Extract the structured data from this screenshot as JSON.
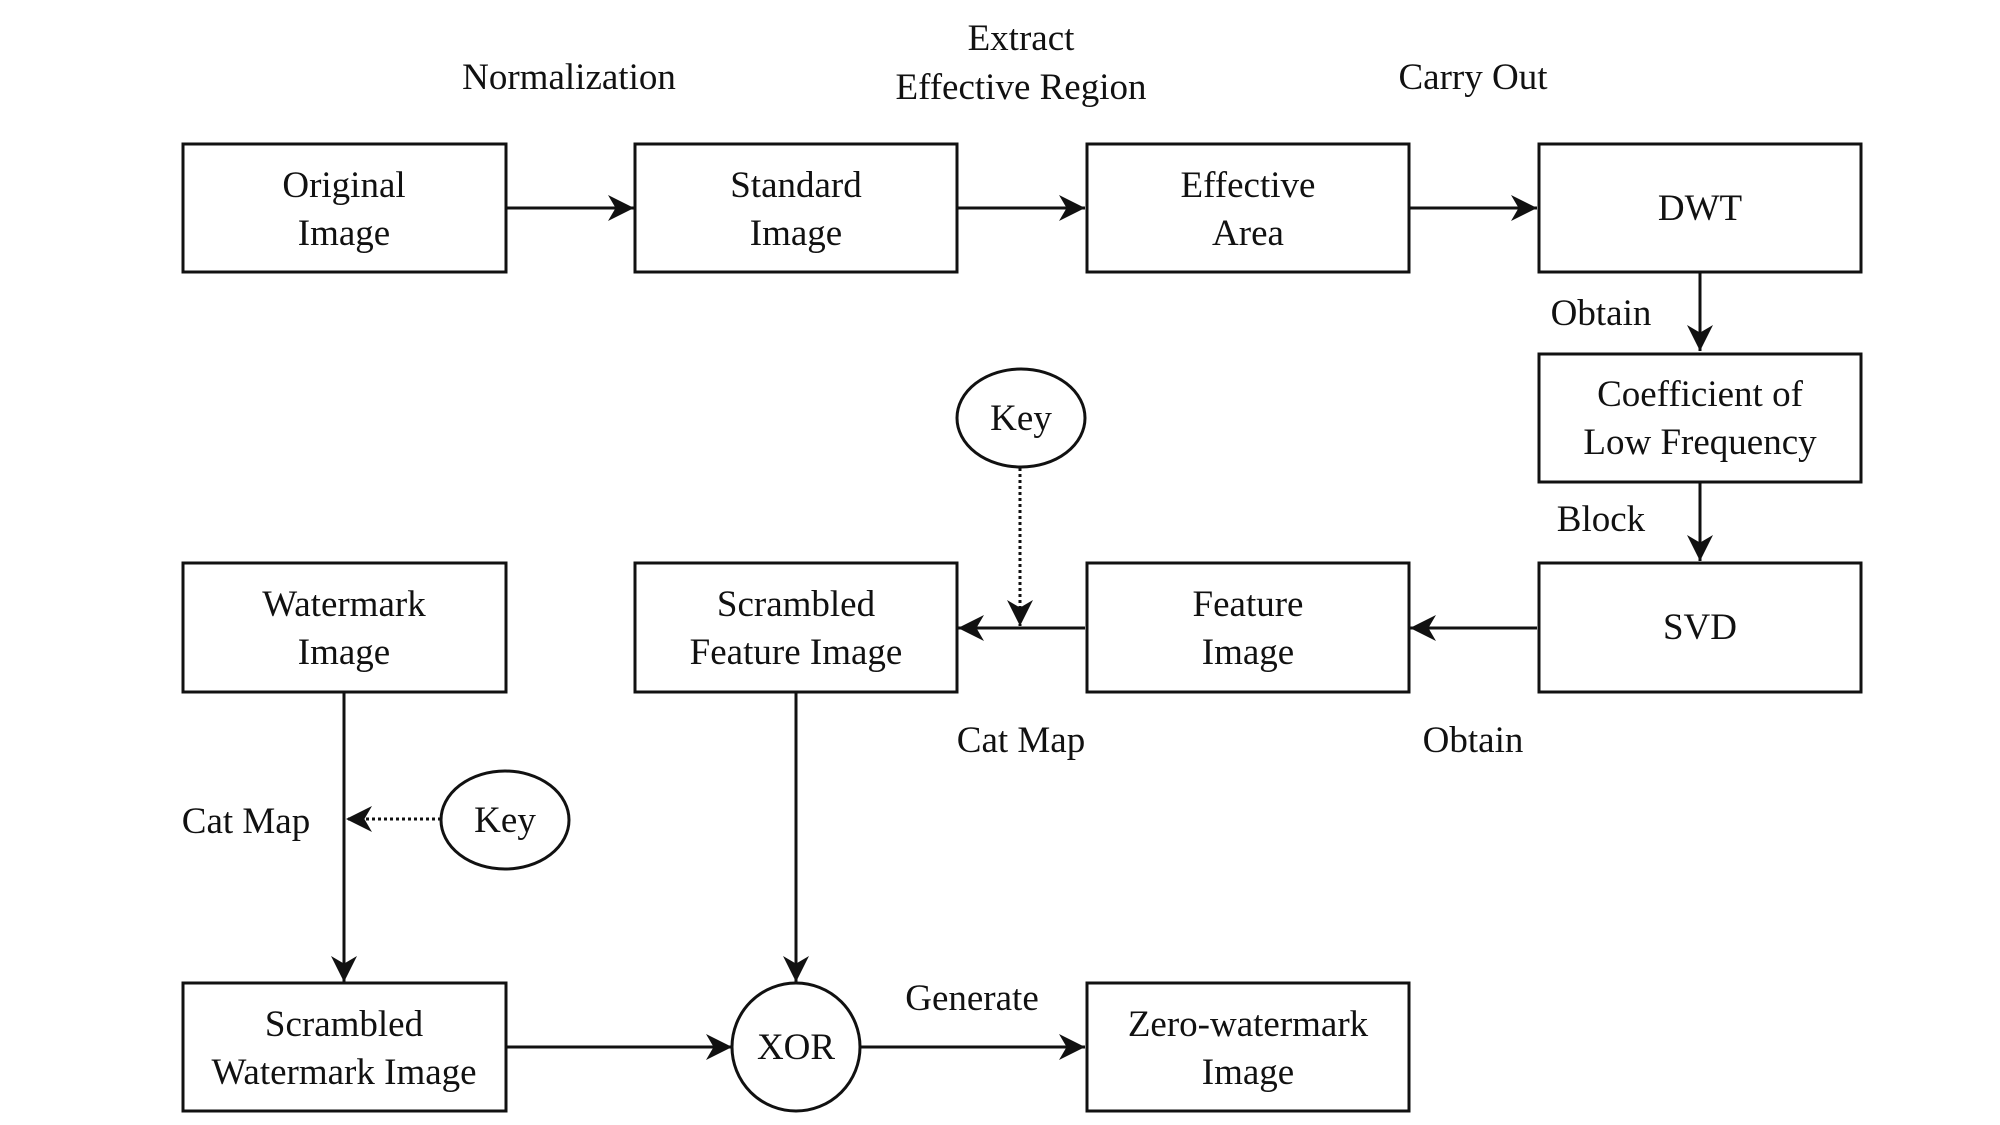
{
  "nodes": {
    "original_image": [
      "Original",
      "Image"
    ],
    "standard_image": [
      "Standard",
      "Image"
    ],
    "effective_area": [
      "Effective",
      "Area"
    ],
    "dwt": [
      "DWT"
    ],
    "coefficient_low_frequency": [
      "Coefficient of",
      "Low Frequency"
    ],
    "svd": [
      "SVD"
    ],
    "feature_image": [
      "Feature",
      "Image"
    ],
    "scrambled_feature_image": [
      "Scrambled",
      "Feature Image"
    ],
    "key_top": [
      "Key"
    ],
    "watermark_image": [
      "Watermark",
      "Image"
    ],
    "key_bottom": [
      "Key"
    ],
    "scrambled_watermark_image": [
      "Scrambled",
      "Watermark Image"
    ],
    "xor": [
      "XOR"
    ],
    "zero_watermark_image": [
      "Zero-watermark",
      "Image"
    ]
  },
  "edge_labels": {
    "normalization": [
      "Normalization"
    ],
    "extract_effective_region": [
      "Extract",
      "Effective Region"
    ],
    "carry_out": [
      "Carry Out"
    ],
    "obtain_dwt": [
      "Obtain"
    ],
    "block": [
      "Block"
    ],
    "obtain_svd": [
      "Obtain"
    ],
    "cat_map_feature": [
      "Cat Map"
    ],
    "cat_map_watermark": [
      "Cat Map"
    ],
    "generate": [
      "Generate"
    ]
  }
}
